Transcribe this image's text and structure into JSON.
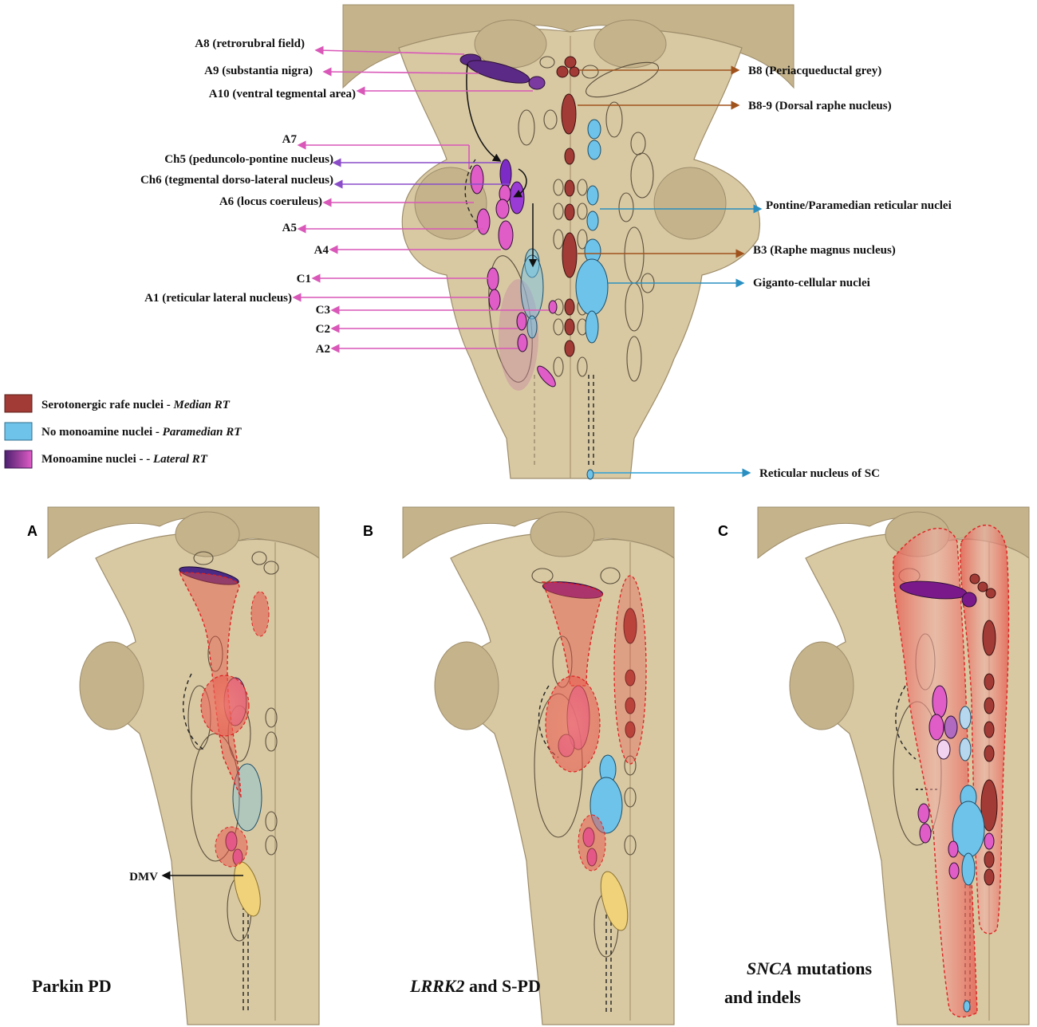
{
  "top_panel": {
    "left_labels": [
      "A8 (retrorubral field)",
      "A9 (substantia nigra)",
      "A10 (ventral tegmental area)",
      "A7",
      "Ch5 (peduncolo-pontine nucleus)",
      "Ch6 (tegmental dorso-lateral nucleus)",
      "A6 (locus coeruleus)",
      "A5",
      "A4",
      "C1",
      "A1 (reticular lateral nucleus)",
      "C3",
      "C2",
      "A2"
    ],
    "right_labels": [
      "B8 (Periacqueductal grey)",
      "B8-9 (Dorsal raphe nucleus)",
      "Pontine/Paramedian reticular nuclei",
      "B3 (Raphe magnus nucleus)",
      "Giganto-cellular nuclei",
      "Reticular nucleus of SC"
    ]
  },
  "legend": [
    {
      "text": "Serotonergic rafe nuclei - ",
      "italic": "Median RT",
      "color": "#a23b35"
    },
    {
      "text": "No monoamine nuclei - ",
      "italic": "Paramedian RT",
      "color": "#6ec3ea"
    },
    {
      "text": "Monoamine nuclei - - ",
      "italic": "Lateral RT",
      "color_from": "#4b1f6e",
      "color_to": "#e05cc6"
    }
  ],
  "panels": [
    {
      "letter": "A",
      "caption_plain": "Parkin  PD",
      "caption_italic": "",
      "caption_line2": "",
      "annotation": "DMV"
    },
    {
      "letter": "B",
      "caption_plain": " and S-PD",
      "caption_italic": "LRRK2",
      "caption_line2": "",
      "annotation": ""
    },
    {
      "letter": "C",
      "caption_plain": " mutations",
      "caption_italic": "SNCA",
      "caption_line2": "and  indels",
      "annotation": ""
    }
  ],
  "colors": {
    "tissue": "#d8c9a3",
    "serotonergic": "#a23b35",
    "no_monoamine": "#6ec3ea",
    "monoamine_dark": "#5b2a86",
    "monoamine_pink": "#e05cc6",
    "pathology": "#e8544a",
    "dmv": "#f0d27a",
    "arrow_pink": "#d957b8",
    "arrow_brown": "#a0521c",
    "arrow_blue": "#2a8fc0"
  }
}
